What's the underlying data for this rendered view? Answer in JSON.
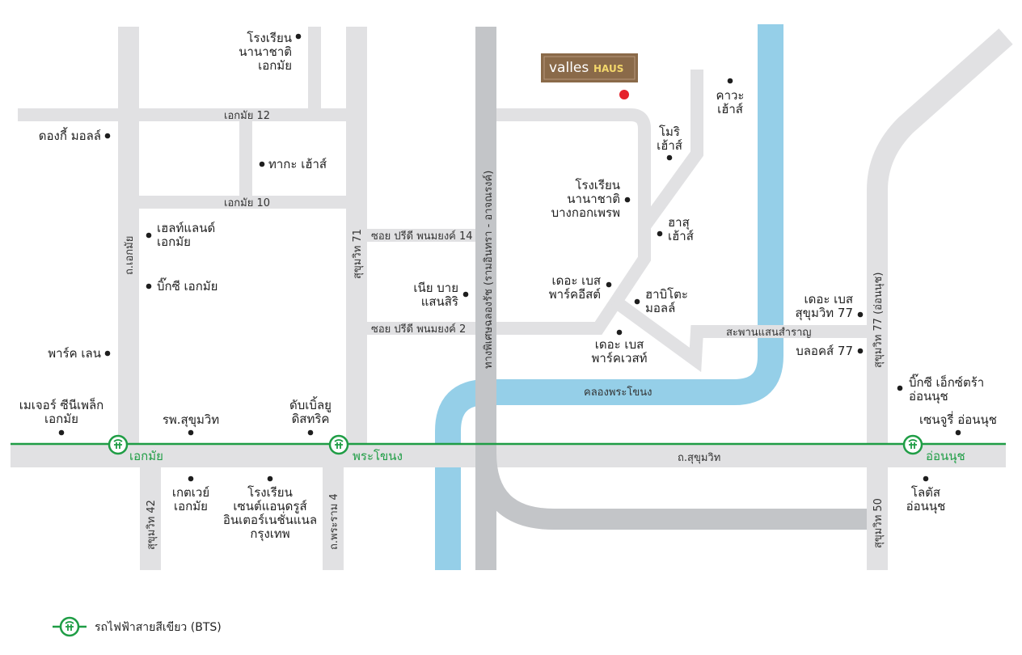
{
  "colors": {
    "road": "#e1e1e3",
    "expressway": "#c3c5c8",
    "canal": "#95cfe8",
    "bts_line": "#1f9d45",
    "poi_dot": "#1e1e1e",
    "project_marker": "#e5212b",
    "logo_bg": "#8a6a49",
    "logo_accent": "#f3d76b"
  },
  "project": {
    "logo_text": "valles",
    "logo_accent_text": "HAUS",
    "marker": "red-dot"
  },
  "roads": {
    "sukhumvit": "ถ.สุขุมวิท",
    "ekkamai": "ถ.เอกมัย",
    "sukhumvit71": "สุขุมวิท 71",
    "sukhumvit42": "สุขุมวิท 42",
    "phra_ram4": "ถ.พระราม 4",
    "sukhumvit50": "สุขุมวิท 50",
    "sukhumvit77": "สุขุมวิท 77 (อ่อนนุช)",
    "ekkamai12": "เอกมัย 12",
    "ekkamai10": "เอกมัย 10",
    "pridi14": "ซอย ปรีดี พนมยงค์ 14",
    "pridi2": "ซอย ปรีดี พนมยงค์ 2",
    "expressway": "ทางพิเศษฉลองรัช (รามอินทรา - อาจณรงค์)",
    "bridge": "สะพานแสนสำราญ",
    "canal": "คลองพระโขนง"
  },
  "bts": {
    "stations": [
      "เอกมัย",
      "พระโขนง",
      "อ่อนนุช"
    ],
    "legend": "รถไฟฟ้าสายสีเขียว (BTS)",
    "icon": "bts-station-icon"
  },
  "poi": [
    {
      "lines": [
        "โรงเรียน",
        "นานาชาติ",
        "เอกมัย"
      ]
    },
    {
      "lines": [
        "ดองกี้ มอลล์"
      ]
    },
    {
      "lines": [
        "ทากะ เฮ้าส์"
      ]
    },
    {
      "lines": [
        "เฮลท์แลนด์",
        "เอกมัย"
      ]
    },
    {
      "lines": [
        "บิ๊กซี เอกมัย"
      ]
    },
    {
      "lines": [
        "พาร์ค เลน"
      ]
    },
    {
      "lines": [
        "เมเจอร์ ซีนีเพล็ก",
        "เอกมัย"
      ]
    },
    {
      "lines": [
        "รพ.สุขุมวิท"
      ]
    },
    {
      "lines": [
        "ดับเบิ้ลยู",
        "ดิสทริค"
      ]
    },
    {
      "lines": [
        "เนีย บาย",
        "แสนสิริ"
      ]
    },
    {
      "lines": [
        "เกตเวย์",
        "เอกมัย"
      ]
    },
    {
      "lines": [
        "โรงเรียน",
        "เซนต์แอนดรูส์",
        "อินเตอร์เนชั่นแนล",
        "กรุงเทพ"
      ]
    },
    {
      "lines": [
        "คาวะ",
        "เฮ้าส์"
      ]
    },
    {
      "lines": [
        "โมริ",
        "เฮ้าส์"
      ]
    },
    {
      "lines": [
        "โรงเรียน",
        "นานาชาติ",
        "บางกอกเพรพ"
      ]
    },
    {
      "lines": [
        "ฮาสุ",
        "เฮ้าส์"
      ]
    },
    {
      "lines": [
        "เดอะ เบส",
        "พาร์คอีสต์"
      ]
    },
    {
      "lines": [
        "ฮาบิโตะ",
        "มอลล์"
      ]
    },
    {
      "lines": [
        "เดอะ เบส",
        "พาร์คเวสท์"
      ]
    },
    {
      "lines": [
        "เดอะ เบส",
        "สุขุมวิท 77"
      ]
    },
    {
      "lines": [
        "บลอคส์ 77"
      ]
    },
    {
      "lines": [
        "บิ๊กซี เอ็กซ์ตร้า",
        "อ่อนนุช"
      ]
    },
    {
      "lines": [
        "เซนจูรี่ อ่อนนุช"
      ]
    },
    {
      "lines": [
        "โลตัส",
        "อ่อนนุช"
      ]
    }
  ]
}
